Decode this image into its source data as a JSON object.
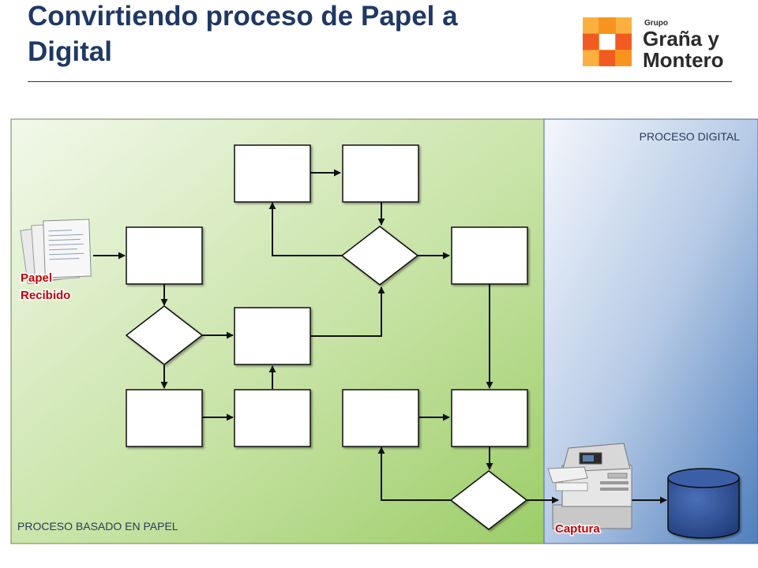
{
  "slide": {
    "title": "Convirtiendo proceso de Papel a Digital"
  },
  "logo": {
    "group_label": "Grupo",
    "line1": "Graña y",
    "line2": "Montero",
    "colors": [
      "#f7941d",
      "#f15a22",
      "#fbb040"
    ]
  },
  "zones": {
    "paper_label": "PROCESO BASADO EN PAPEL",
    "digital_label": "PROCESO DIGITAL"
  },
  "labels": {
    "paper_received_line1": "Papel",
    "paper_received_line2": "Recibido",
    "capture": "Captura"
  },
  "colors": {
    "title": "#1f3864",
    "label_red": "#c00000",
    "database": "#2b4a8a",
    "paper_zone": "#a8d37a",
    "digital_zone": "#5a86c0"
  },
  "icons": {
    "paper": "paper-stack-icon",
    "scanner": "scanner-copier-icon",
    "database": "database-cylinder-icon"
  }
}
